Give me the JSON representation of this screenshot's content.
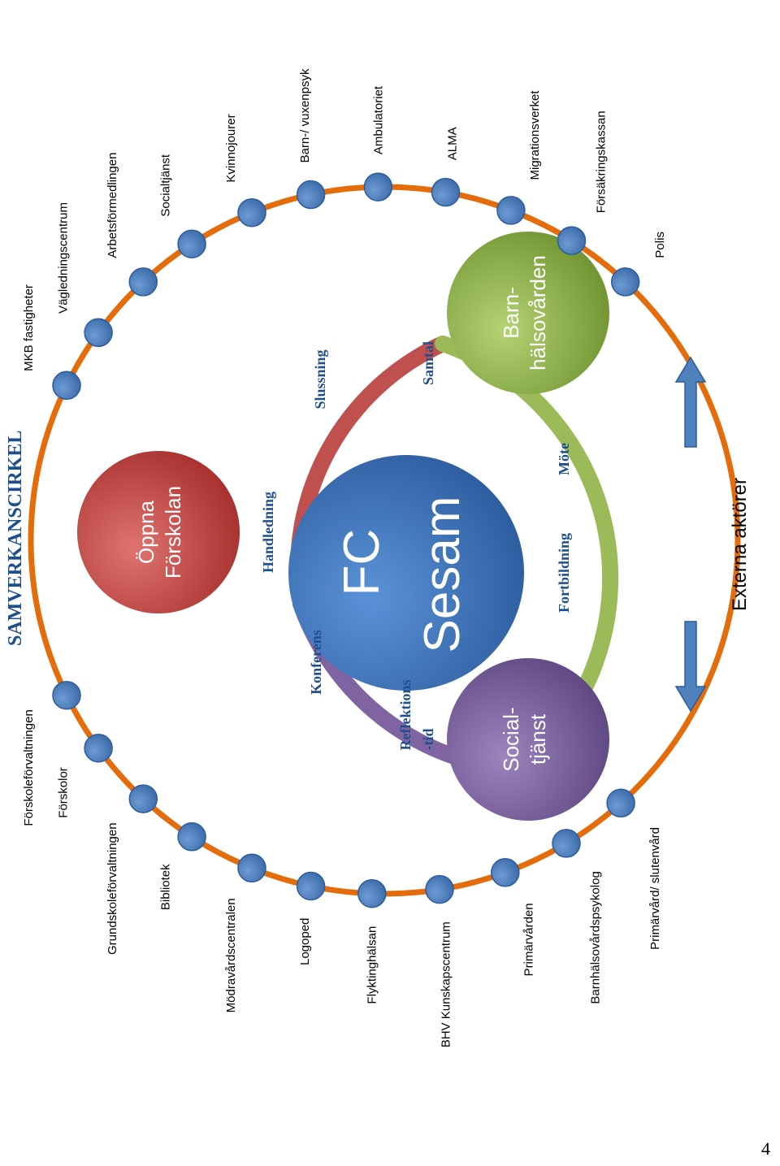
{
  "title": "SAMVERKANSCIRKEL",
  "page_number": "4",
  "center": {
    "line1": "FC",
    "line2": "Sesam"
  },
  "nodes": {
    "open_preschool": {
      "line1": "Öppna",
      "line2": "Förskolan"
    },
    "child_health": {
      "line1": "Barn-",
      "line2": "hälsovården"
    },
    "social_services": {
      "line1": "Social-",
      "line2": "tjänst"
    }
  },
  "activities": {
    "handledning": "Handledning",
    "slussning": "Slussning",
    "samtal": "Samtal",
    "konferens": "Konferens",
    "reflektionstid_1": "Reflektions",
    "reflektionstid_2": "-tid",
    "fortbildning": "Fortbildning",
    "mote": "Möte"
  },
  "external_label": "Externa aktörer",
  "actors": [
    "Förskoleförvaltningen",
    "Förskolor",
    "Grundskoleförvaltningen",
    "Bibliotek",
    "Mödravårdscentralen",
    "Logoped",
    "Flyktinghälsan",
    "BHV Kunskapscentrum",
    "Primärvården",
    "Barnhälsovårdspsykolog",
    "Primärvård/ slutenvård",
    "MKB fastigheter",
    "Vägledningscentrum",
    "Arbetsförmedlingen",
    "Socialtjänst",
    "Kvinnojourer",
    "Barn-/ vuxenpsyk",
    "Ambulatoriet",
    "ALMA",
    "Migrationsverket",
    "Försäkringskassan",
    "Polis"
  ],
  "colors": {
    "outer_ring": "#E46C0A",
    "actor_dot": "#4F81BD",
    "red": "#C0504D",
    "purple": "#8064A2",
    "green": "#9BBB59",
    "center_blue": "#4A7EC8",
    "activity_text": "#1F4E8C",
    "title": "#1F4E8C"
  }
}
